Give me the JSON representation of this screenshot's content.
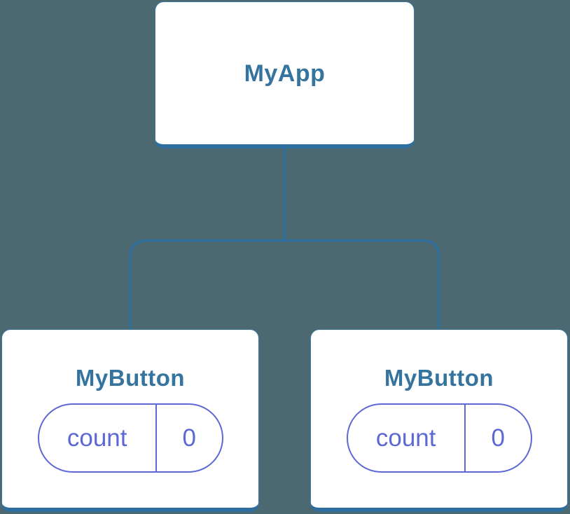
{
  "colors": {
    "background": "#4C6972",
    "connector": "#2E6E9E",
    "node_border": "#3C77A6",
    "node_fill": "#FFFFFF",
    "node_label": "#35749E",
    "state_accent": "#5E68D4"
  },
  "diagram": {
    "type": "component-tree",
    "root": {
      "label": "MyApp"
    },
    "children": [
      {
        "label": "MyButton",
        "state": {
          "name": "count",
          "value": "0"
        }
      },
      {
        "label": "MyButton",
        "state": {
          "name": "count",
          "value": "0"
        }
      }
    ]
  }
}
